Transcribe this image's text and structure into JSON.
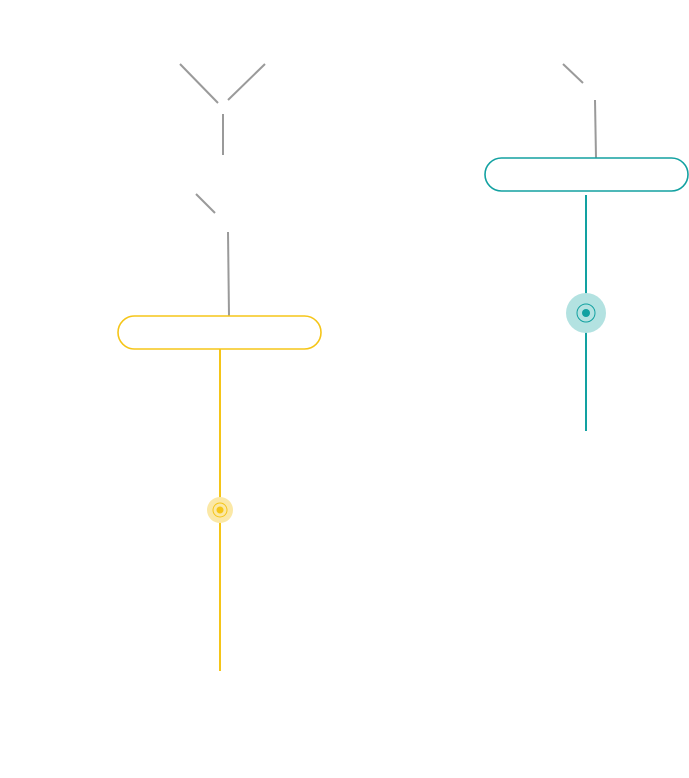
{
  "colors": {
    "connector": "#9a9a9a",
    "yellow": "#f5c518",
    "yellow_halo": "#fbe8a6",
    "teal": "#12a1a1",
    "teal_halo": "#b3e2e1",
    "background": "#ffffff"
  },
  "nodes": [
    {
      "id": "yellow-node",
      "color_key": "yellow",
      "label": ""
    },
    {
      "id": "teal-node",
      "color_key": "teal",
      "label": ""
    }
  ],
  "sliders": [
    {
      "id": "yellow-slider",
      "color_key": "yellow",
      "level": 0.5
    },
    {
      "id": "teal-slider",
      "color_key": "teal",
      "level": 0.5
    }
  ],
  "icons": [
    "branch-connector-icon",
    "slider-knob-icon"
  ]
}
